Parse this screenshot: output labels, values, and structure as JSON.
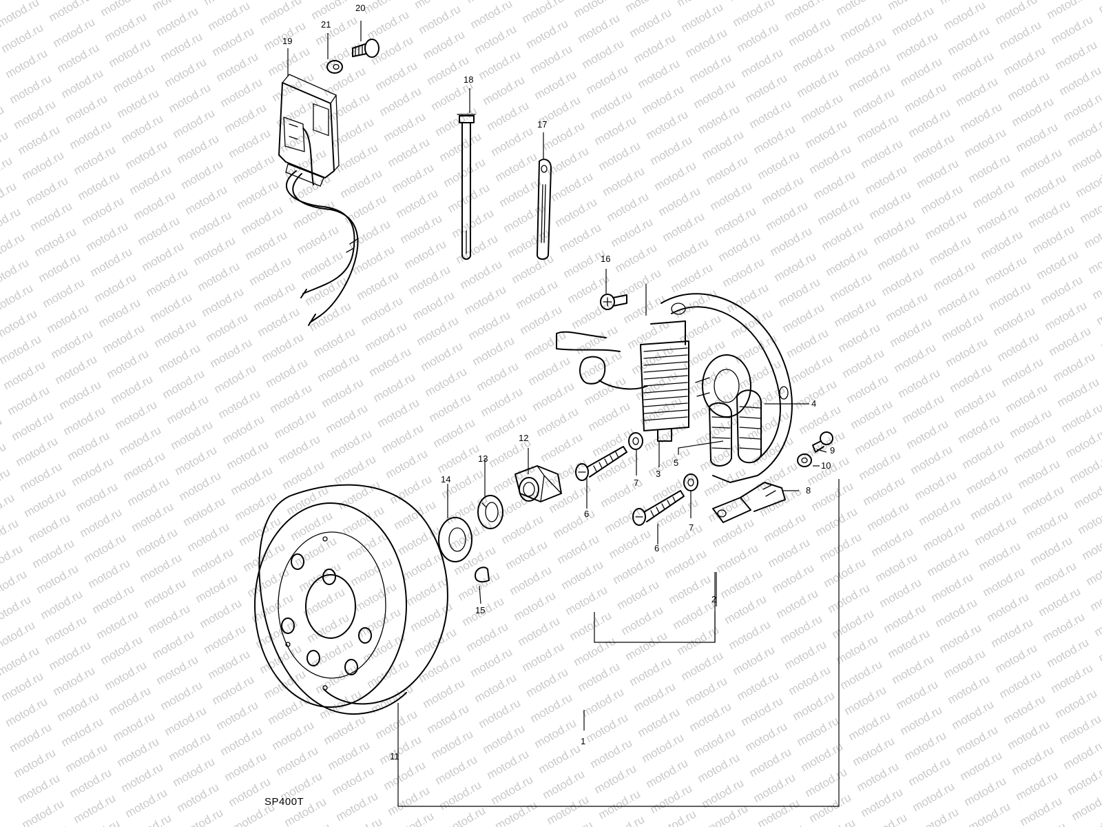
{
  "watermark": {
    "text": "motod.ru",
    "color": "#c9c9c9"
  },
  "diagram_code": "SP400T",
  "callouts": [
    {
      "id": "c1",
      "text": "1"
    },
    {
      "id": "c2",
      "text": "2"
    },
    {
      "id": "c3",
      "text": "3"
    },
    {
      "id": "c4",
      "text": "4"
    },
    {
      "id": "c5",
      "text": "5"
    },
    {
      "id": "c6a",
      "text": "6"
    },
    {
      "id": "c6b",
      "text": "6"
    },
    {
      "id": "c7a",
      "text": "7"
    },
    {
      "id": "c7b",
      "text": "7"
    },
    {
      "id": "c8",
      "text": "8"
    },
    {
      "id": "c9",
      "text": "9"
    },
    {
      "id": "c10",
      "text": "10"
    },
    {
      "id": "c11",
      "text": "11"
    },
    {
      "id": "c12",
      "text": "12"
    },
    {
      "id": "c13",
      "text": "13"
    },
    {
      "id": "c14",
      "text": "14"
    },
    {
      "id": "c15",
      "text": "15"
    },
    {
      "id": "c16",
      "text": "16"
    },
    {
      "id": "c17",
      "text": "17"
    },
    {
      "id": "c18",
      "text": "18"
    },
    {
      "id": "c19",
      "text": "19"
    },
    {
      "id": "c20",
      "text": "20"
    },
    {
      "id": "c21",
      "text": "21"
    }
  ],
  "parts": [
    {
      "id": "magneto-assembly",
      "icon": "magneto-assembly-icon"
    },
    {
      "id": "stator-assembly",
      "icon": "stator-assembly-icon"
    },
    {
      "id": "charging-coil",
      "icon": "charging-coil-icon"
    },
    {
      "id": "lighting-coil",
      "icon": "lighting-coil-icon"
    },
    {
      "id": "coil-5",
      "icon": "coil-icon"
    },
    {
      "id": "screw",
      "icon": "screw-icon"
    },
    {
      "id": "washer",
      "icon": "washer-icon"
    },
    {
      "id": "pickup-coil",
      "icon": "pickup-coil-icon"
    },
    {
      "id": "small-screw",
      "icon": "screw-icon"
    },
    {
      "id": "small-washer",
      "icon": "washer-icon"
    },
    {
      "id": "flywheel-rotor",
      "icon": "flywheel-rotor-icon"
    },
    {
      "id": "nut",
      "icon": "nut-icon"
    },
    {
      "id": "lock-washer",
      "icon": "lock-washer-icon"
    },
    {
      "id": "flat-washer",
      "icon": "flat-washer-icon"
    },
    {
      "id": "woodruff-key",
      "icon": "key-icon"
    },
    {
      "id": "stator-screw",
      "icon": "screw-icon"
    },
    {
      "id": "wire-clamp",
      "icon": "clamp-icon"
    },
    {
      "id": "cable-tie",
      "icon": "cable-tie-icon"
    },
    {
      "id": "cdi-unit",
      "icon": "cdi-unit-icon"
    },
    {
      "id": "cdi-bolt",
      "icon": "bolt-icon"
    },
    {
      "id": "cdi-washer",
      "icon": "washer-icon"
    }
  ]
}
